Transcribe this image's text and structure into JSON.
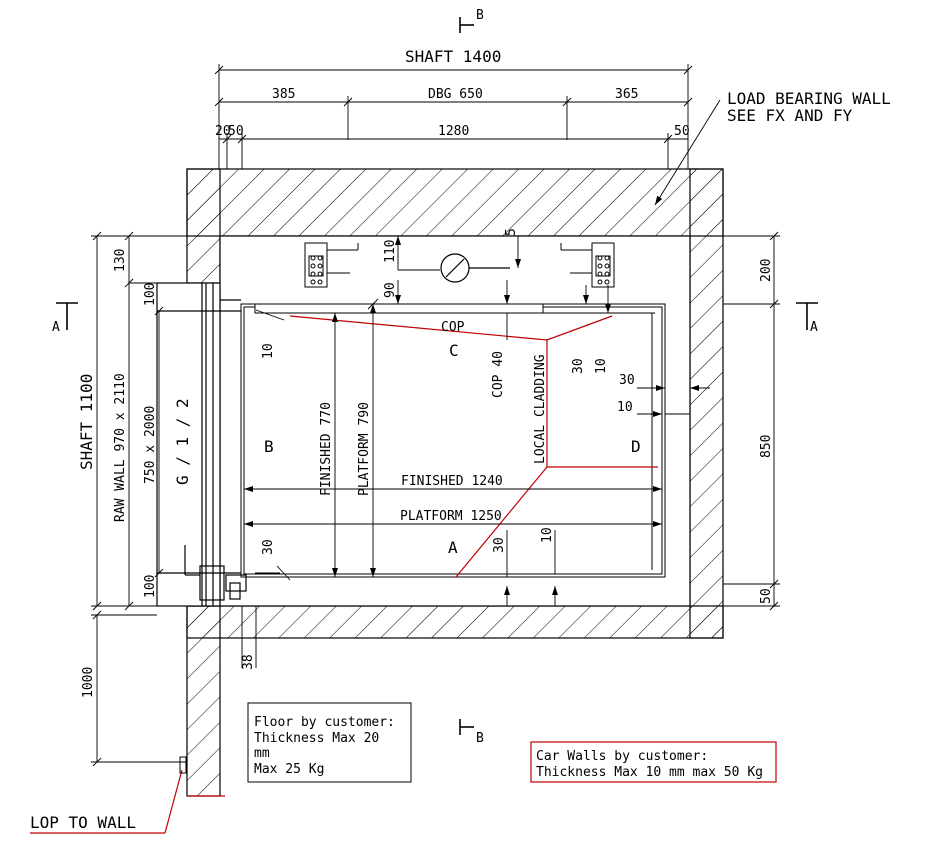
{
  "dimensions": {
    "shaft_width": "SHAFT 1400",
    "left_385": "385",
    "dbg": "DBG 650",
    "right_365": "365",
    "small_20": "20",
    "small_50_left": "50",
    "span_1280": "1280",
    "small_50_right": "50",
    "shaft_depth": "SHAFT 1100",
    "raw_wall": "RAW WALL 970 x 2110",
    "door_size": "750 x 2000",
    "floors": "G / 1 / 2",
    "left_130": "130",
    "left_100_top": "100",
    "left_100_bottom": "100",
    "left_10": "10",
    "left_30": "30",
    "finished_770": "FINISHED 770",
    "platform_790": "PLATFORM 790",
    "finished_1240": "FINISHED 1240",
    "platform_1250": "PLATFORM 1250",
    "top_110": "110",
    "top_5": "5",
    "top_90": "90",
    "cop_40": "COP 40",
    "bottom_30": "30",
    "bottom_10": "10",
    "right_30_v": "30",
    "right_10_v": "10",
    "right_30_h": "30",
    "right_10_h": "10",
    "right_200": "200",
    "right_850": "850",
    "right_50": "50",
    "bottom_38": "38",
    "height_1000": "1000"
  },
  "labels": {
    "section_b": "B",
    "section_a": "A",
    "load_bearing_line1": "LOAD BEARING WALL",
    "load_bearing_line2": "SEE FX AND FY",
    "cop": "COP",
    "car_c": "C",
    "car_b": "B",
    "car_a": "A",
    "car_d": "D",
    "local_cladding": "LOCAL CLADDING",
    "lop_to_wall": "LOP TO WALL"
  },
  "notes": {
    "floor_line1": "Floor by customer:",
    "floor_line2": "Thickness Max 20",
    "floor_line3": "mm",
    "floor_line4": "Max 25 Kg",
    "walls_line1": "Car Walls by customer:",
    "walls_line2": "Thickness Max 10 mm max 50 Kg"
  },
  "colors": {
    "line": "#000000",
    "accent": "#c00000"
  }
}
